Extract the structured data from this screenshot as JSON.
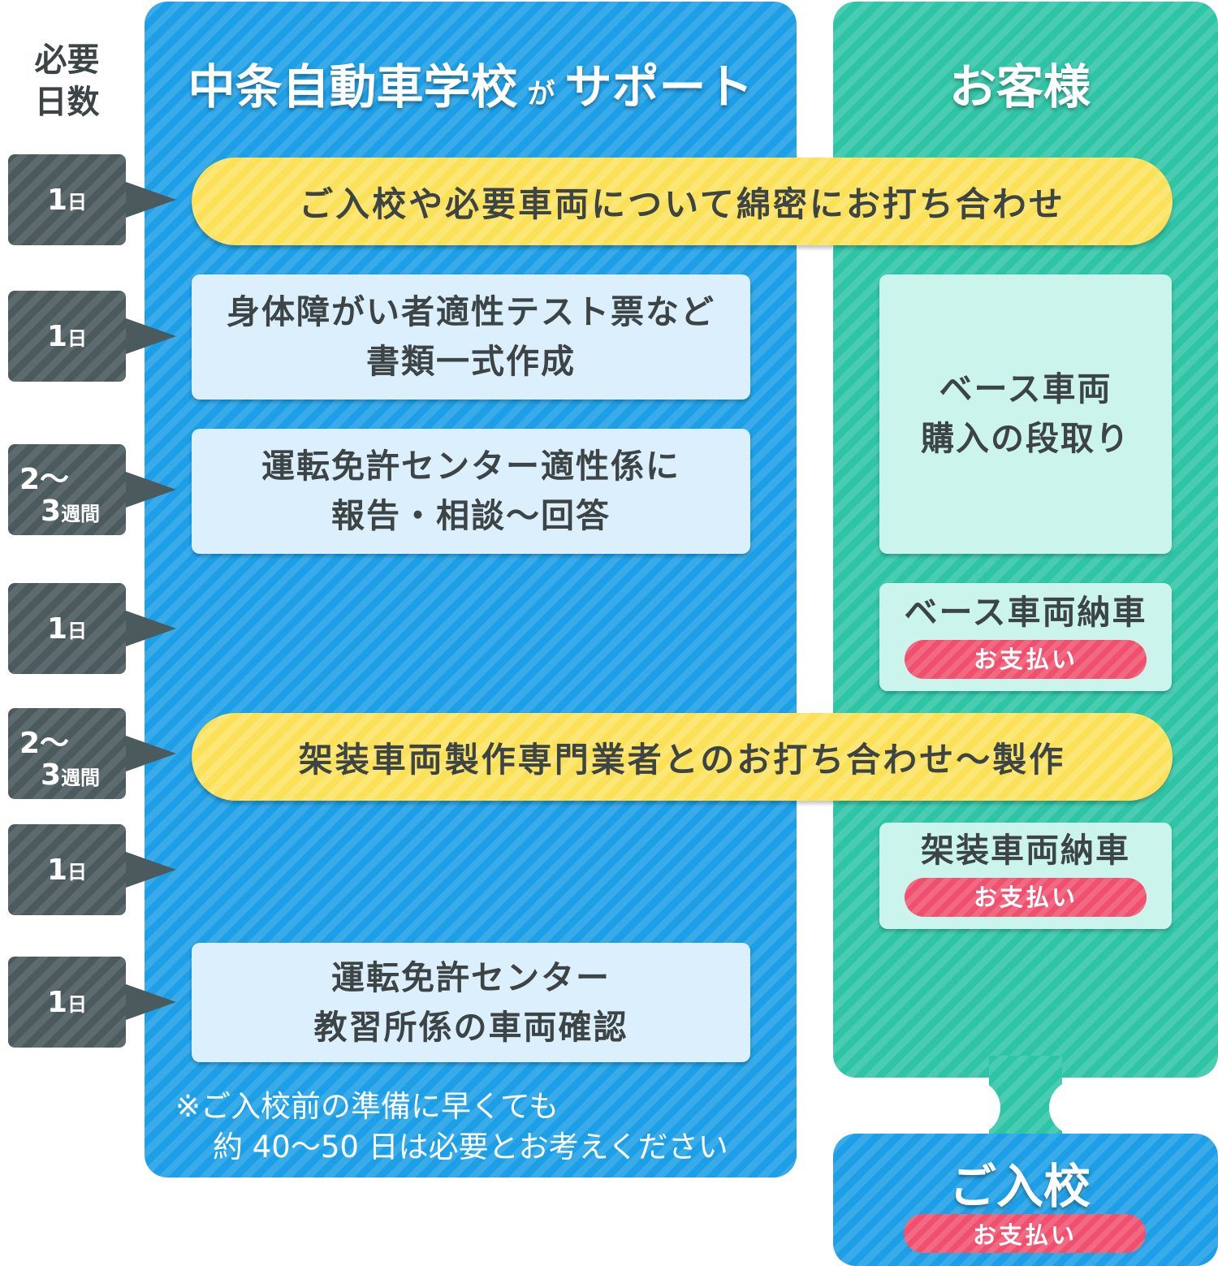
{
  "header": {
    "days_label": [
      "必要",
      "日数"
    ],
    "school_name": "中条自動車学校",
    "school_particle": "が",
    "school_support": "サポート",
    "customer": "お客様"
  },
  "steps": {
    "consult": "ご入校や必要車両について綿密にお打ち合わせ",
    "documents": [
      "身体障がい者適性テスト票など",
      "書類一式作成"
    ],
    "center_report": [
      "運転免許センター適性係に",
      "報告・相談〜回答"
    ],
    "base_purchase": [
      "ベース車両",
      "購入の段取り"
    ],
    "base_delivery": "ベース車両納車",
    "fitout": "架装車両製作専門業者とのお打ち合わせ〜製作",
    "fitted_delivery": "架装車両納車",
    "center_check": [
      "運転免許センター",
      "教習所係の車両確認"
    ],
    "payment": "お支払い"
  },
  "durations": [
    {
      "num": "1",
      "unit": "日"
    },
    {
      "num": "1",
      "unit": "日"
    },
    {
      "num1": "2〜",
      "num2": "3",
      "unit": "週間"
    },
    {
      "num": "1",
      "unit": "日"
    },
    {
      "num1": "2〜",
      "num2": "3",
      "unit": "週間"
    },
    {
      "num": "1",
      "unit": "日"
    },
    {
      "num": "1",
      "unit": "日"
    }
  ],
  "note": [
    "※ご入校前の準備に早くても",
    "約 40〜50 日は必要とお考えください"
  ],
  "final": {
    "title": "ご入校",
    "payment": "お支払い"
  },
  "colors": {
    "school_panel": "#1c9fe6",
    "customer_panel": "#2ec4a6",
    "duration_badge": "#4b5a5d",
    "highlight_pill": "#fbe157",
    "payment_pill": "#f0506e",
    "school_card": "#dceffc",
    "customer_card": "#caf4ec"
  }
}
